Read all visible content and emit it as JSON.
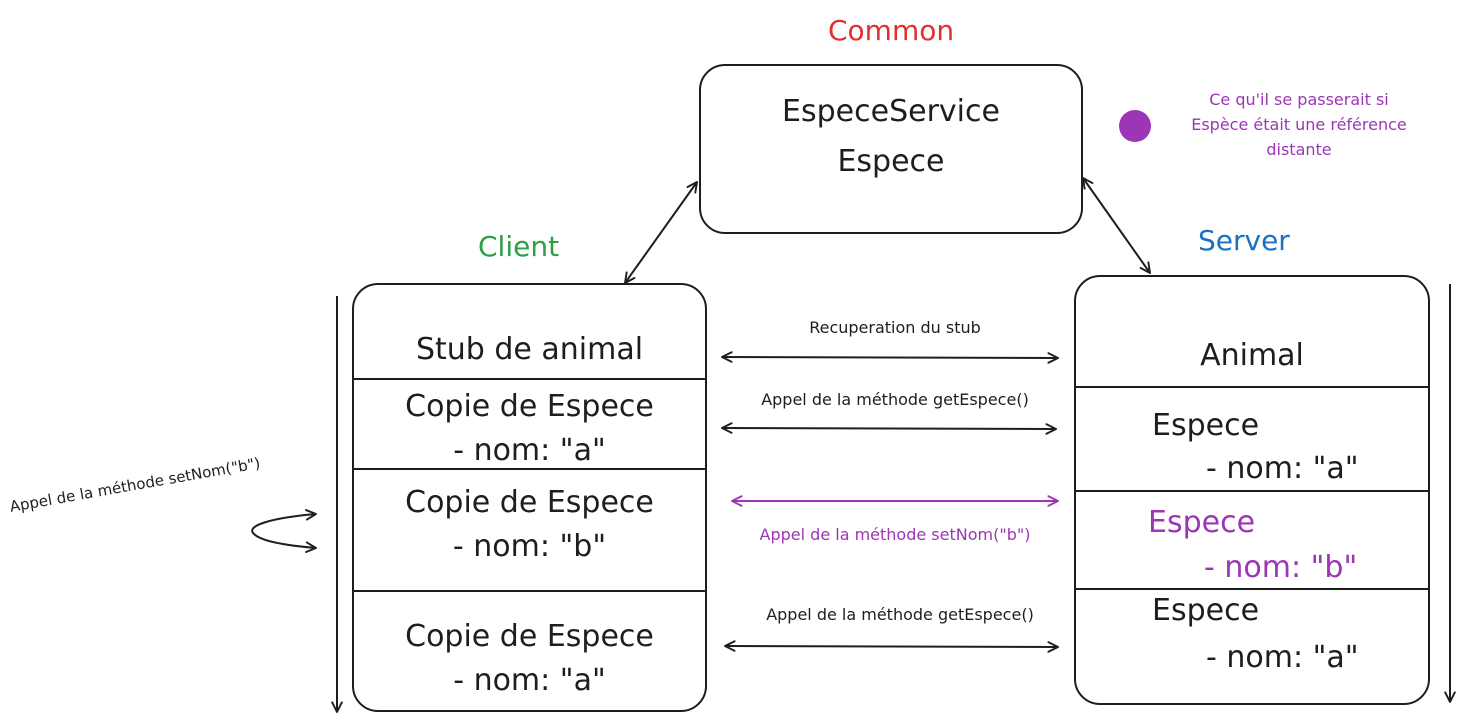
{
  "colors": {
    "ink": "#1e1e1e",
    "common": "#e03131",
    "client": "#2f9e44",
    "server": "#1971c2",
    "purple": "#9c36b5"
  },
  "titles": {
    "common": "Common",
    "client": "Client",
    "server": "Server"
  },
  "common_box": {
    "line1": "EspeceService",
    "line2": "Espece"
  },
  "legend": {
    "line1": "Ce qu'il se passerait si",
    "line2": "Espèce était une référence",
    "line3": "distante"
  },
  "client_box": {
    "stub": "Stub de animal",
    "copy1": {
      "title": "Copie de Espece",
      "attr": "- nom: \"a\""
    },
    "copy2": {
      "title": "Copie de Espece",
      "attr": "- nom: \"b\""
    },
    "copy3": {
      "title": "Copie de Espece",
      "attr": "- nom: \"a\""
    }
  },
  "server_box": {
    "animal": "Animal",
    "espece1": {
      "title": "Espece",
      "attr": "- nom: \"a\""
    },
    "espece2": {
      "title": "Espece",
      "attr": "- nom: \"b\""
    },
    "espece3": {
      "title": "Espece",
      "attr": "- nom: \"a\""
    }
  },
  "messages": {
    "stub": "Recuperation du stub",
    "get1": "Appel de la méthode getEspece()",
    "setnom": "Appel de la méthode setNom(\"b\")",
    "get2": "Appel de la méthode getEspece()",
    "local_setnom": "Appel de la méthode setNom(\"b\")"
  }
}
